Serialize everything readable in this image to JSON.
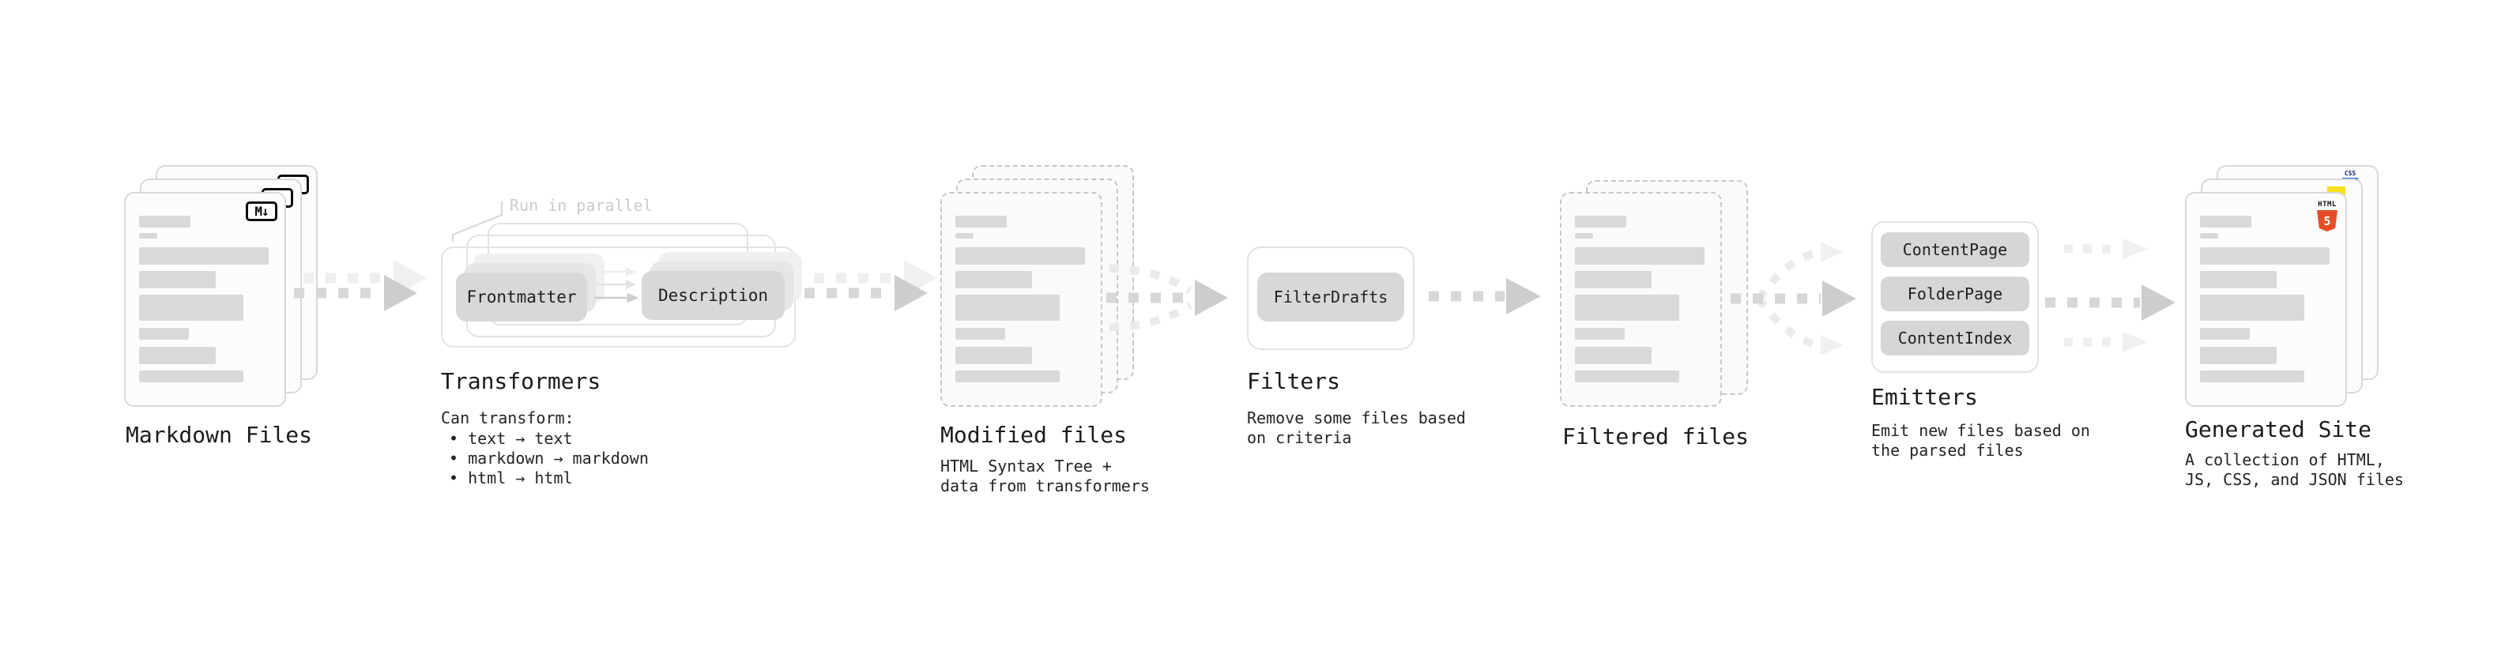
{
  "stages": {
    "markdown": {
      "label": "Markdown Files",
      "badge": "M↓"
    },
    "transformers": {
      "title": "Transformers",
      "annotation": "Run in parallel",
      "pills": [
        "Frontmatter",
        "Description"
      ],
      "desc_title": "Can transform:",
      "items": [
        "• text → text",
        "• markdown → markdown",
        "• html → html"
      ]
    },
    "modified": {
      "label": "Modified files",
      "desc": [
        "HTML Syntax Tree +",
        "data from transformers"
      ]
    },
    "filters": {
      "title": "Filters",
      "pills": [
        "FilterDrafts"
      ],
      "desc": [
        "Remove some files based",
        "on criteria"
      ]
    },
    "filtered": {
      "label": "Filtered files"
    },
    "emitters": {
      "title": "Emitters",
      "pills": [
        "ContentPage",
        "FolderPage",
        "ContentIndex"
      ],
      "desc": [
        "Emit new files based on",
        "the parsed files"
      ]
    },
    "generated": {
      "label": "Generated Site",
      "desc": [
        "A collection of HTML,",
        "JS, CSS, and JSON files"
      ],
      "badges": {
        "css_label": "CSS",
        "html_label": "HTML",
        "html_number": "5"
      }
    }
  },
  "colors": {
    "html5_orange": "#e44d26",
    "js_yellow": "#f7df1e",
    "css_blue": "#2965f1",
    "arrow_dark": "#d7d7d7",
    "arrow_light": "#eeeeee",
    "bar_gray": "#d9d9d9"
  }
}
